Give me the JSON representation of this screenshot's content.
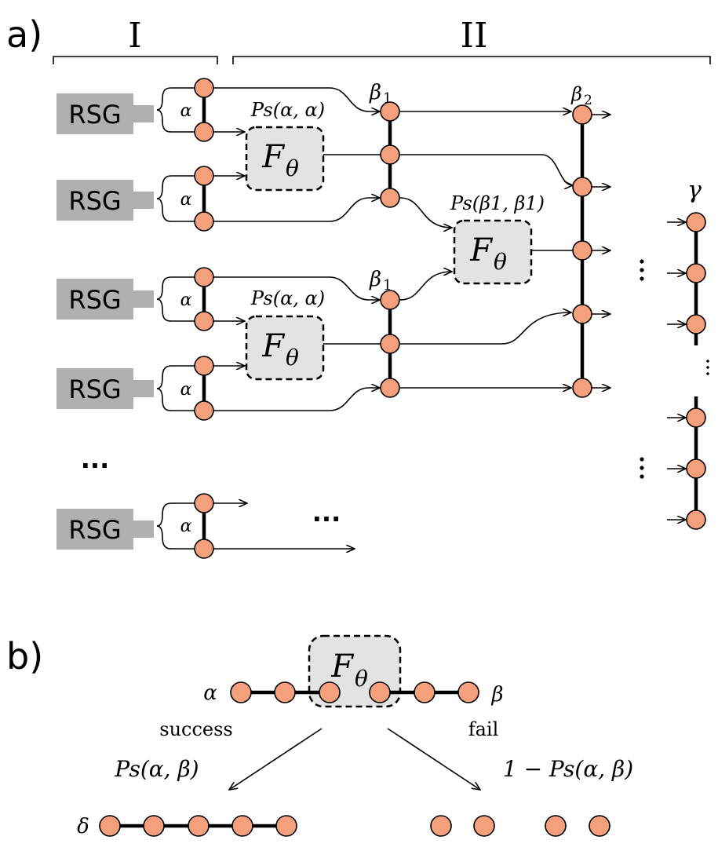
{
  "panel_a": {
    "label": "a)",
    "region_I": "I",
    "region_II": "II",
    "rsg_label": "RSG",
    "alpha": "α",
    "beta1_base": "β",
    "beta1_sub": "1",
    "beta2_base": "β",
    "beta2_sub": "2",
    "gamma": "γ",
    "f_base": "F",
    "f_sub": "θ",
    "ps_alpha_alpha": "Ps(α, α)",
    "ps_beta_beta": "Ps(β1, β1)",
    "ellipsis": "..."
  },
  "panel_b": {
    "label": "b)",
    "alpha": "α",
    "beta": "β",
    "delta": "δ",
    "f_base": "F",
    "f_sub": "θ",
    "success": "success",
    "fail": "fail",
    "p_success": "Ps(α, β)",
    "p_fail": "1 − Ps(α, β)"
  },
  "colors": {
    "node_fill": "#f4a07c",
    "box_fill": "#e3e3e3",
    "rsg_fill": "#b0b0b0"
  }
}
